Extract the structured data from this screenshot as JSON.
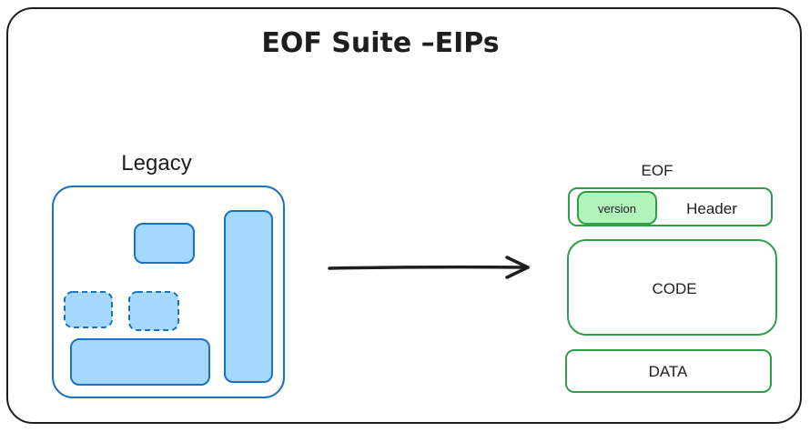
{
  "diagram": {
    "title": "EOF Suite –EIPs",
    "legacy": {
      "label": "Legacy"
    },
    "eof": {
      "label": "EOF",
      "header": {
        "label": "Header",
        "version_label": "version"
      },
      "code": {
        "label": "CODE"
      },
      "data": {
        "label": "DATA"
      }
    }
  },
  "colors": {
    "outline": "#1e1e1e",
    "legacy_stroke": "#1971c2",
    "legacy_fill": "#a5d8ff",
    "eof_stroke": "#2f9e44",
    "version_fill": "#b2f2bb"
  }
}
